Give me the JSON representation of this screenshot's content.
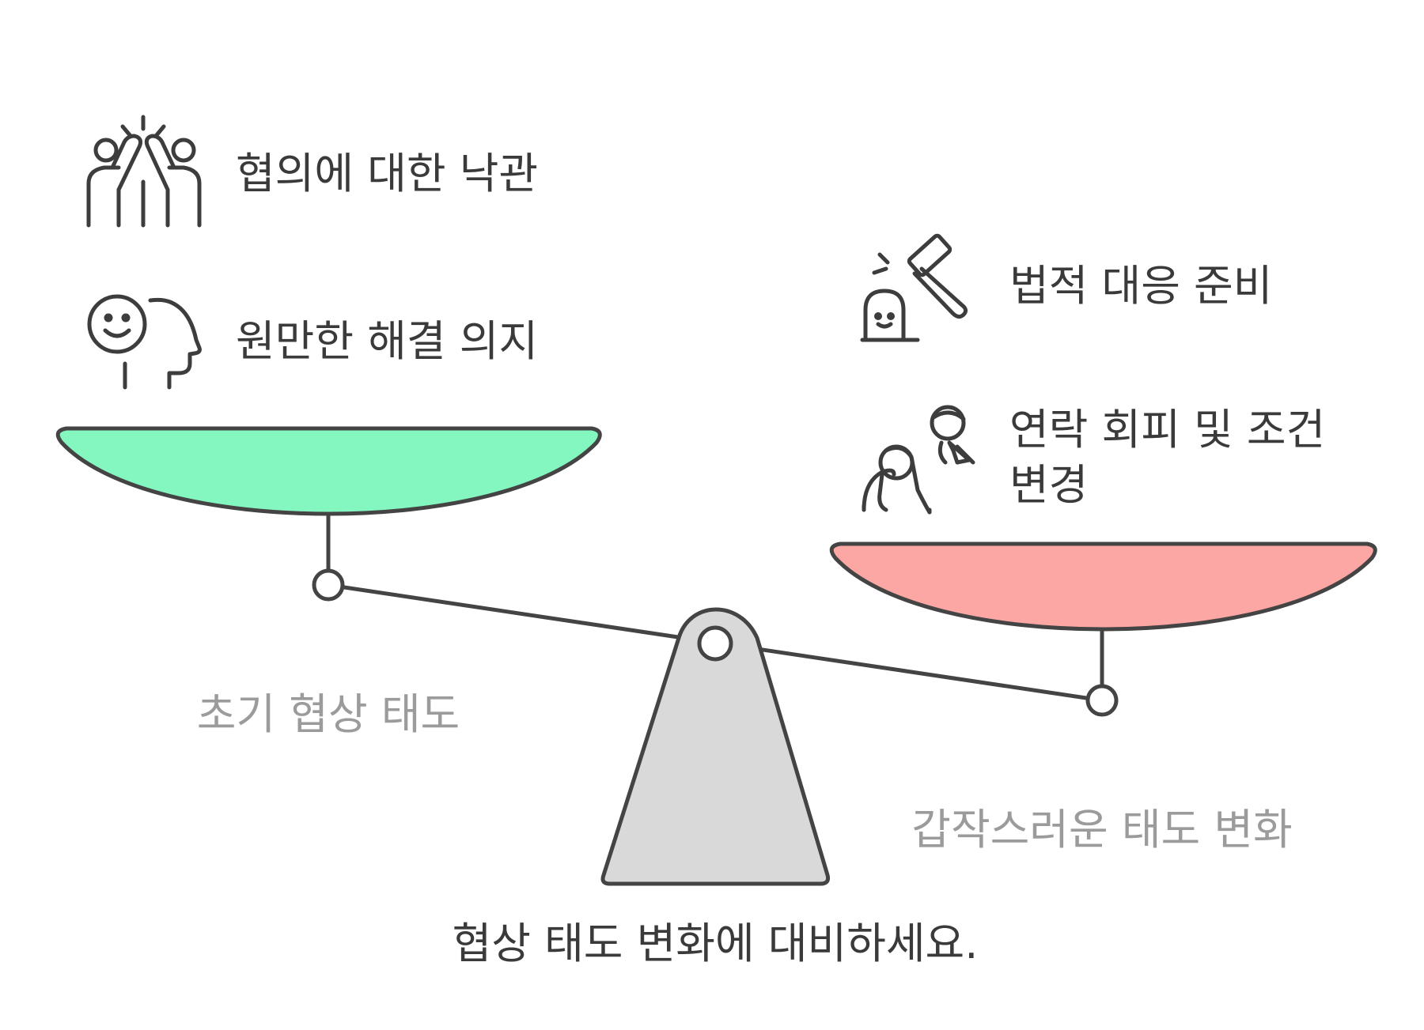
{
  "colors": {
    "left_pan": "#84f7c0",
    "right_pan": "#fca7a3",
    "fulcrum": "#d9d9d9",
    "outline": "#444444",
    "item_text": "#3a3a3a",
    "group_text": "#9b9b9b"
  },
  "left": {
    "group_label": "초기 협상 태도",
    "items": [
      {
        "icon": "high-five-icon",
        "label": "협의에 대한 낙관"
      },
      {
        "icon": "head-smile-icon",
        "label": "원만한 해결 의지"
      }
    ]
  },
  "right": {
    "group_label": "갑작스러운 태도 변화",
    "items": [
      {
        "icon": "gavel-icon",
        "label": "법적 대응 준비"
      },
      {
        "icon": "person-avoid-icon",
        "label_line1": "연락 회피 및 조건",
        "label_line2": "변경"
      }
    ]
  },
  "caption": "협상 태도 변화에 대비하세요."
}
